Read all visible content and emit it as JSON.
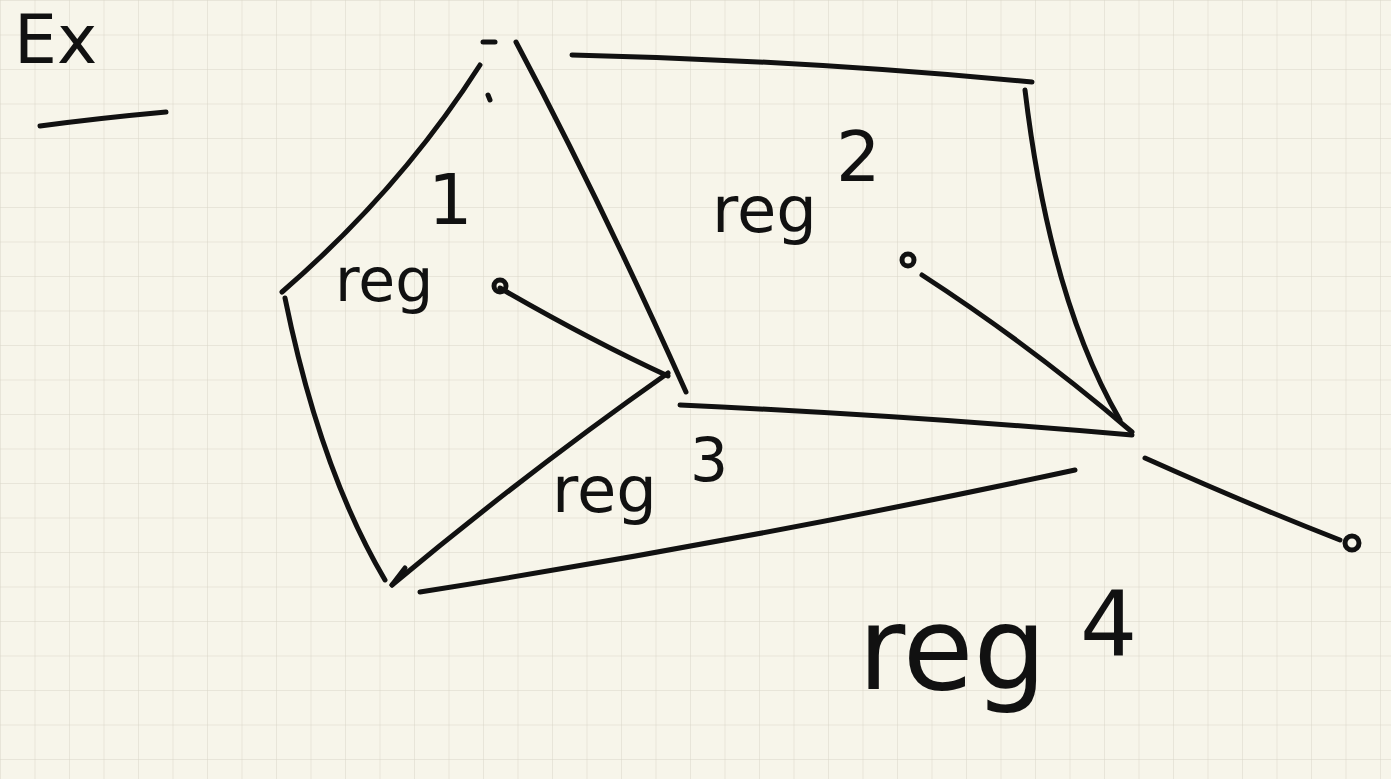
{
  "diagram": {
    "title": "Ex",
    "labels": [
      "reg",
      "1",
      "reg",
      "2",
      "reg",
      "3",
      "reg",
      "4"
    ]
  }
}
